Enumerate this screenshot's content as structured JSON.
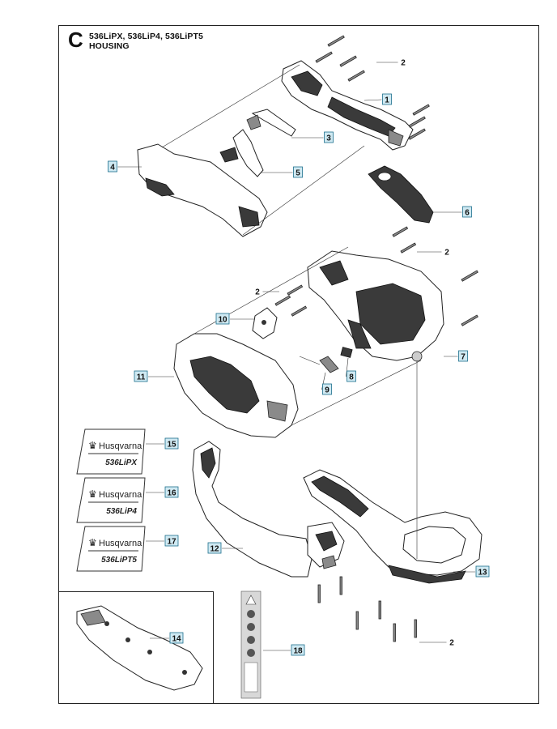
{
  "header": {
    "section_letter": "C",
    "models_line": "536LiPX, 536LiP4, 536LiPT5",
    "title": "HOUSING"
  },
  "callouts": [
    {
      "id": "1",
      "boxed": true
    },
    {
      "id": "2",
      "boxed": false
    },
    {
      "id": "3",
      "boxed": true
    },
    {
      "id": "4",
      "boxed": true
    },
    {
      "id": "5",
      "boxed": true
    },
    {
      "id": "6",
      "boxed": true
    },
    {
      "id": "7",
      "boxed": true
    },
    {
      "id": "8",
      "boxed": true
    },
    {
      "id": "9",
      "boxed": true
    },
    {
      "id": "10",
      "boxed": true
    },
    {
      "id": "11",
      "boxed": true
    },
    {
      "id": "12",
      "boxed": true
    },
    {
      "id": "13",
      "boxed": true
    },
    {
      "id": "14",
      "boxed": true
    },
    {
      "id": "15",
      "boxed": true
    },
    {
      "id": "16",
      "boxed": true
    },
    {
      "id": "17",
      "boxed": true
    },
    {
      "id": "18",
      "boxed": true
    }
  ],
  "decals": [
    {
      "brand": "Husqvarna",
      "model": "536LiPX"
    },
    {
      "brand": "Husqvarna",
      "model": "536LiP4"
    },
    {
      "brand": "Husqvarna",
      "model": "536LiPT5"
    }
  ],
  "colors": {
    "callout_box_fill": "#cfe9f2",
    "callout_box_stroke": "#1c6f8c",
    "line": "#222222"
  }
}
